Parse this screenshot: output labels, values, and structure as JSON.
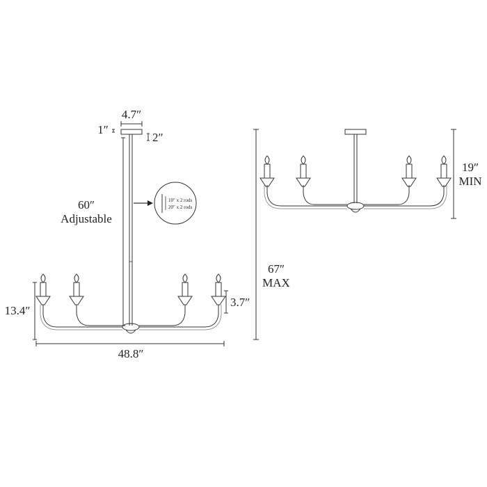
{
  "dimensions": {
    "canopy_width": "4.7″",
    "canopy_gap": "1″",
    "canopy_height": "2″",
    "rod_length": "60″",
    "rod_note": "Adjustable",
    "rods_line1": "10″ x 2 rods",
    "rods_line2": "20″ x 2 rods",
    "fixture_height": "13.4″",
    "candle_height": "3.7″",
    "fixture_width": "48.8″",
    "max_height": "67″",
    "max_label": "MAX",
    "min_height": "19″",
    "min_label": "MIN"
  },
  "colors": {
    "line": "#333333",
    "background": "#ffffff"
  }
}
